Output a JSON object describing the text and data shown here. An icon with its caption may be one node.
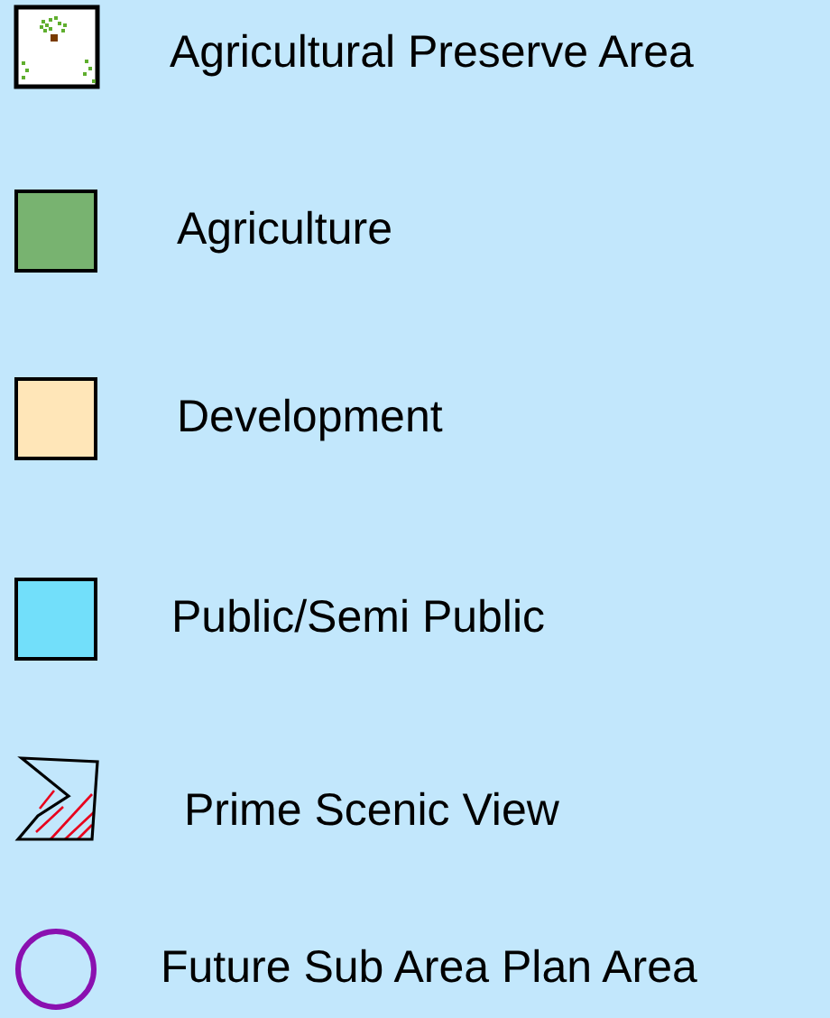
{
  "diagram": {
    "legend": [
      {
        "text": "Agricultural Preserve Area"
      },
      {
        "text": "Agriculture",
        "color": "#78b370"
      },
      {
        "text": "Development",
        "color": "#ffe6b8"
      },
      {
        "text": "Public/Semi Public",
        "color": "#72dffa"
      },
      {
        "text": "Prime Scenic View"
      },
      {
        "text": "Future Sub Area Plan Area"
      }
    ]
  }
}
